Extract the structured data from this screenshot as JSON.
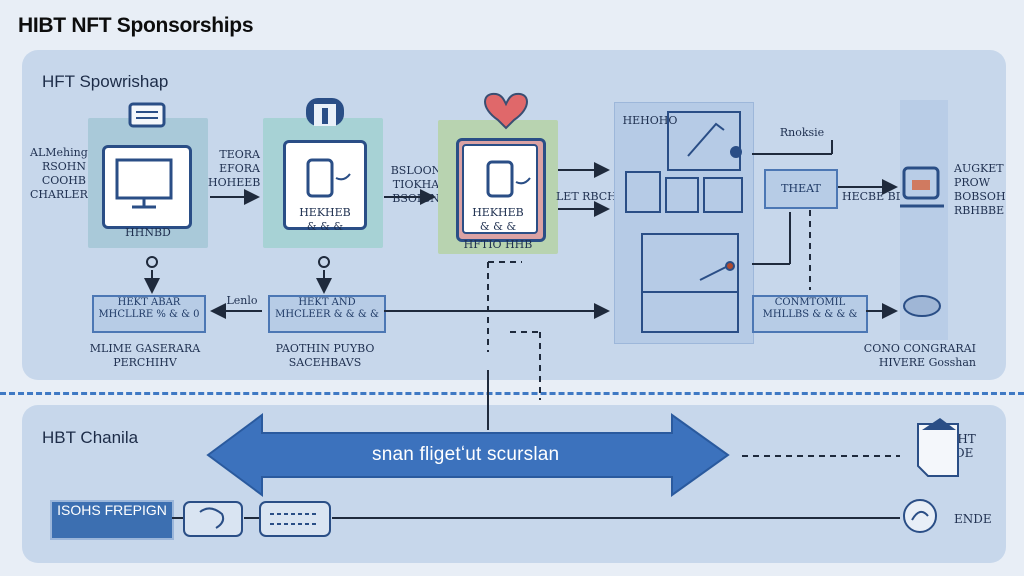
{
  "title": "HIBT NFT Sponsorships",
  "top_panel": {
    "title": "HFT Spowrishap",
    "col1": {
      "side_label": "ALMehing\nRSOHN\nCOOHB\nCHARLER",
      "card_label": "HHNBD",
      "box": "HEKT ABAR MHCLLRE\n% & & 0",
      "caption": "MLIME GASERARA\nPERCHIHV"
    },
    "col2": {
      "side_label": "TEORA\nEFORA\nHOHEEB",
      "card_label": "HEKHEB\n& & &",
      "box": "HEKT AND MHCLEER\n& & & &",
      "box_side": "Lenlo",
      "caption": "PAOTHIN PUYBO\nSACEHBAVS"
    },
    "col3": {
      "side_label": "BSLOON\nTIOKHA\nBSOIGN",
      "card_label": "HEKHEB\n& & &",
      "under_label": "HFTIO HHB"
    },
    "col4": {
      "side_label": "LET RBCHO",
      "top_label": "HEHOHO",
      "right_top": "Rnoksie",
      "center_box": "THEAT",
      "right_mid": "HECBE BD",
      "box": "CONMTOMIL MHLLBS\n& & & &"
    },
    "col5": {
      "side_label": "AUGKET\nPROW\nBOBSOH\nRBHBBE",
      "caption": "CONO CONGRARAI\nHIVERE Gosshan"
    }
  },
  "bottom_panel": {
    "title": "HBT Chanila",
    "banner": "snan fligetʻut scurslan",
    "left_box": "ISOHS\nFREPIGN",
    "right_top": "POCHT\nMUDE",
    "right_end": "ENDE"
  },
  "colors": {
    "panel": "#c7d7eb",
    "accent": "#3c6fb1",
    "box_border": "#4c77b4",
    "heart": "#e0686a"
  }
}
